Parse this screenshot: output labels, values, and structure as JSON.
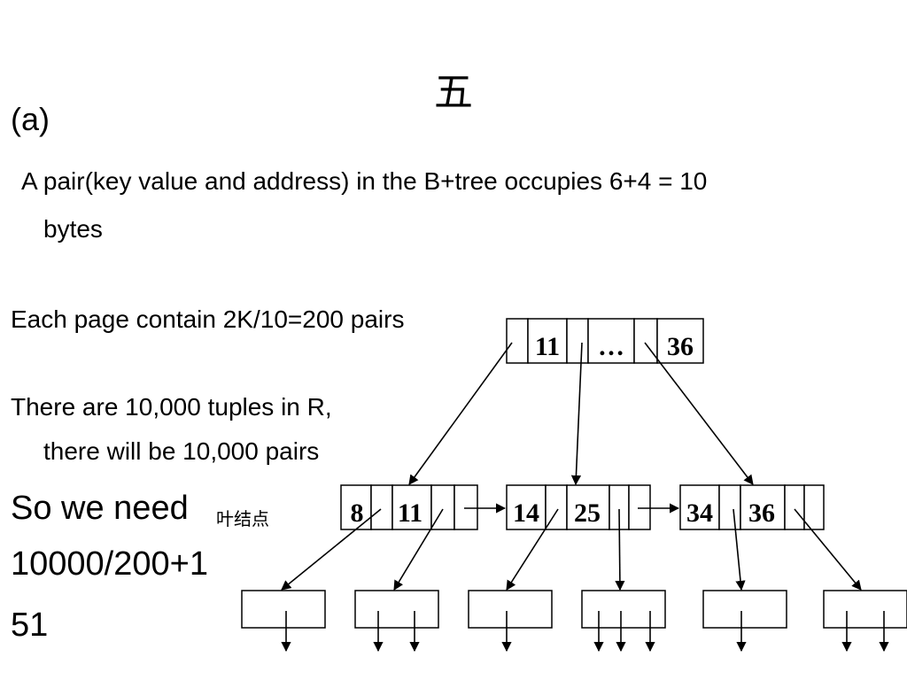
{
  "title": "五",
  "section": "(a)",
  "lines": {
    "pair_line1": "A pair(key value and address) in the B+tree occupies 6+4 = 10",
    "pair_line2": "bytes",
    "page": "Each page contain 2K/10=200 pairs",
    "tuples_line1": "There are 10,000 tuples in R,",
    "tuples_line2": "there will be 10,000 pairs",
    "need": "So we need",
    "calc": "10000/200+1",
    "result": "51"
  },
  "leaf_label": "叶结点",
  "tree": {
    "root_keys": [
      "11",
      "…",
      "36"
    ],
    "leaves": [
      {
        "keys": [
          "8",
          "11"
        ]
      },
      {
        "keys": [
          "14",
          "25"
        ]
      },
      {
        "keys": [
          "34",
          "36"
        ]
      }
    ]
  }
}
